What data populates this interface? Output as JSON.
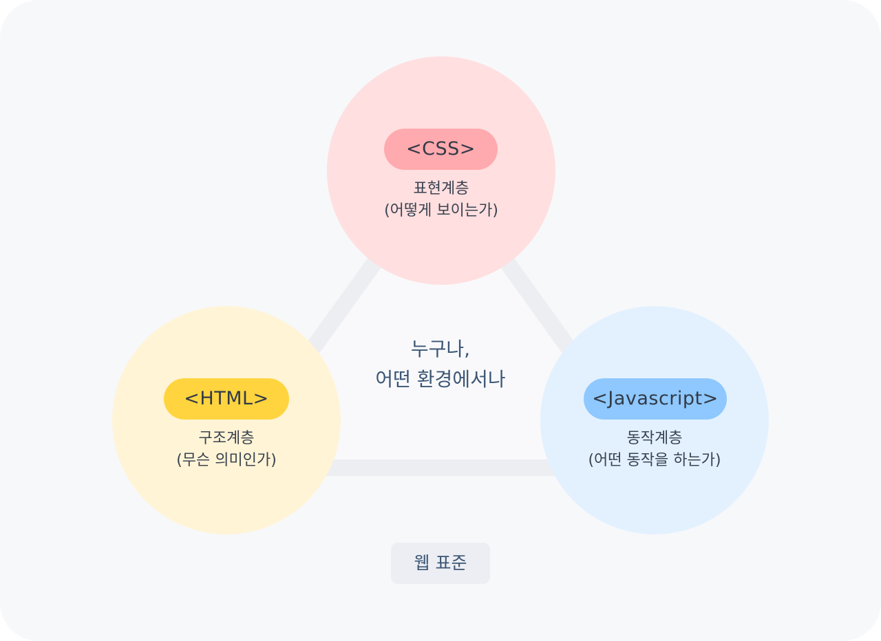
{
  "diagram": {
    "nodes": [
      {
        "id": "css",
        "tag": "<CSS>",
        "layer": "표현계층",
        "description": "(어떻게 보이는가)",
        "color": "#ffaaae",
        "bg_color": "#ffdfe0"
      },
      {
        "id": "html",
        "tag": "<HTML>",
        "layer": "구조계층",
        "description": "(무슨 의미인가)",
        "color": "#ffd43f",
        "bg_color": "#fff4d6"
      },
      {
        "id": "javascript",
        "tag": "<Javascript>",
        "layer": "동작계층",
        "description": "(어떤 동작을 하는가)",
        "color": "#8ec8fe",
        "bg_color": "#e3f1ff"
      }
    ],
    "center": {
      "line1": "누구나,",
      "line2": "어떤 환경에서나"
    },
    "footer": {
      "label": "웹 표준"
    },
    "colors": {
      "background": "#f7f8fa",
      "connector": "#eceef2",
      "text_dark": "#323a47",
      "text_accent": "#3b5574"
    }
  }
}
